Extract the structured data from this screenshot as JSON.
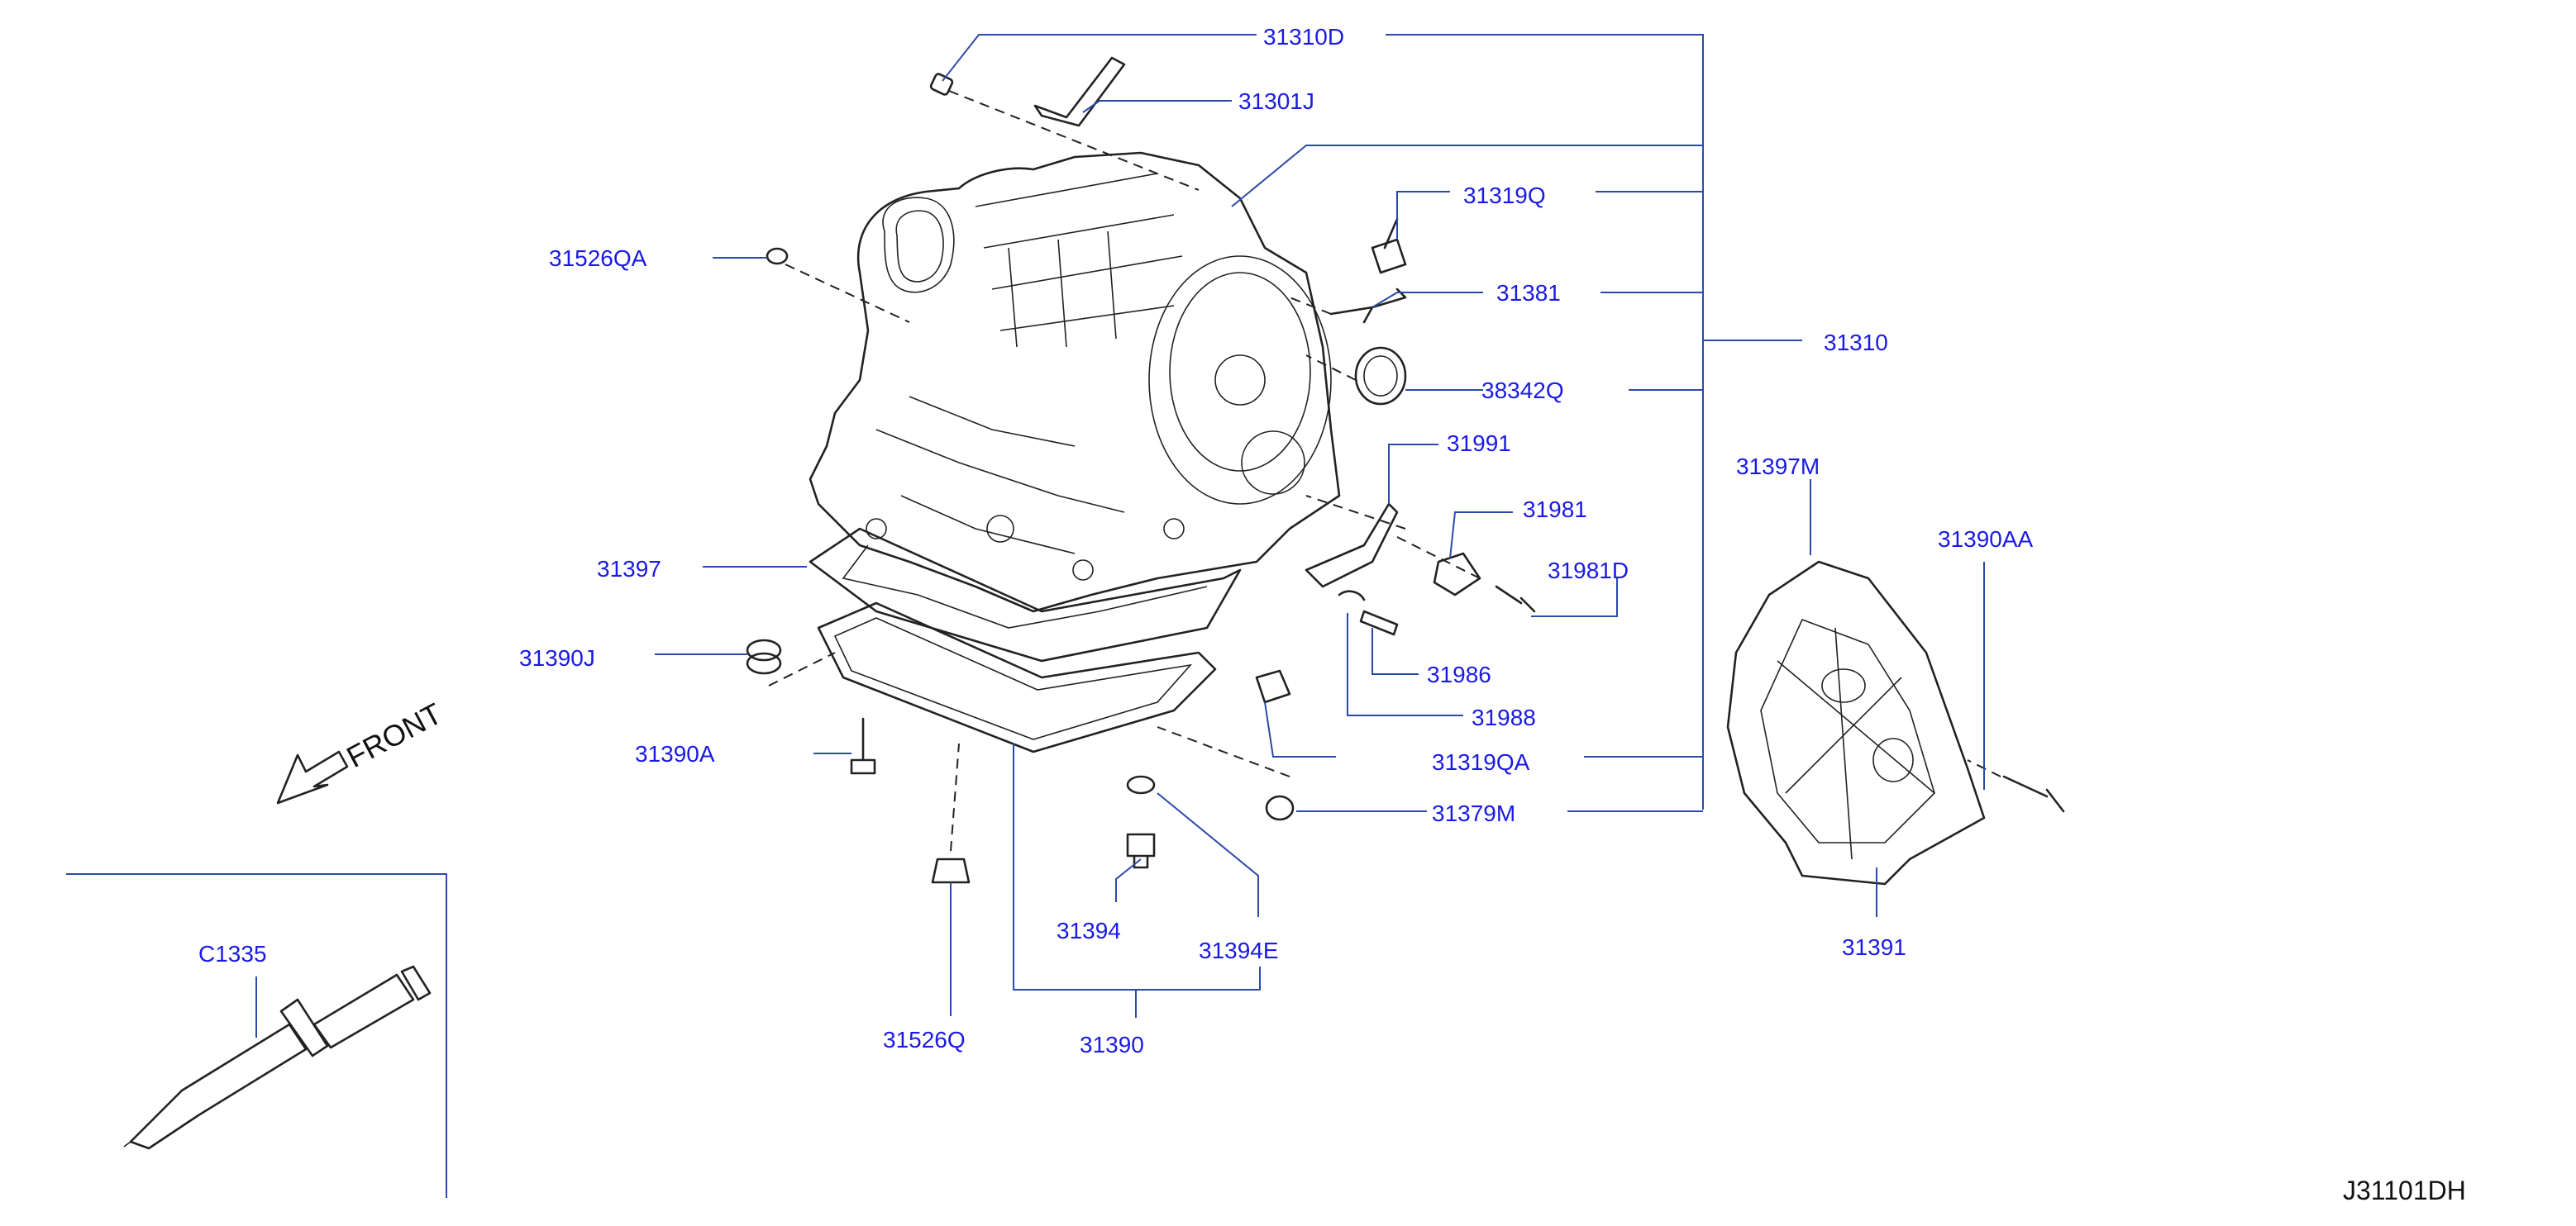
{
  "diagram": {
    "code": "J31101DH",
    "front_label": "FRONT",
    "labels": {
      "p31310D": "31310D",
      "p31301J": "31301J",
      "p31319Q": "31319Q",
      "p31526QA": "31526QA",
      "p31381": "31381",
      "p31310": "31310",
      "p38342Q": "38342Q",
      "p31991": "31991",
      "p31981": "31981",
      "p31981D": "31981D",
      "p31397M": "31397M",
      "p31390AA": "31390AA",
      "p31397": "31397",
      "p31390J": "31390J",
      "p31986": "31986",
      "p31988": "31988",
      "p31390A": "31390A",
      "p31319QA": "31319QA",
      "p31379M": "31379M",
      "p31394": "31394",
      "p31394E": "31394E",
      "p31391": "31391",
      "pC1335": "C1335",
      "p31526Q": "31526Q",
      "p31390": "31390"
    }
  }
}
